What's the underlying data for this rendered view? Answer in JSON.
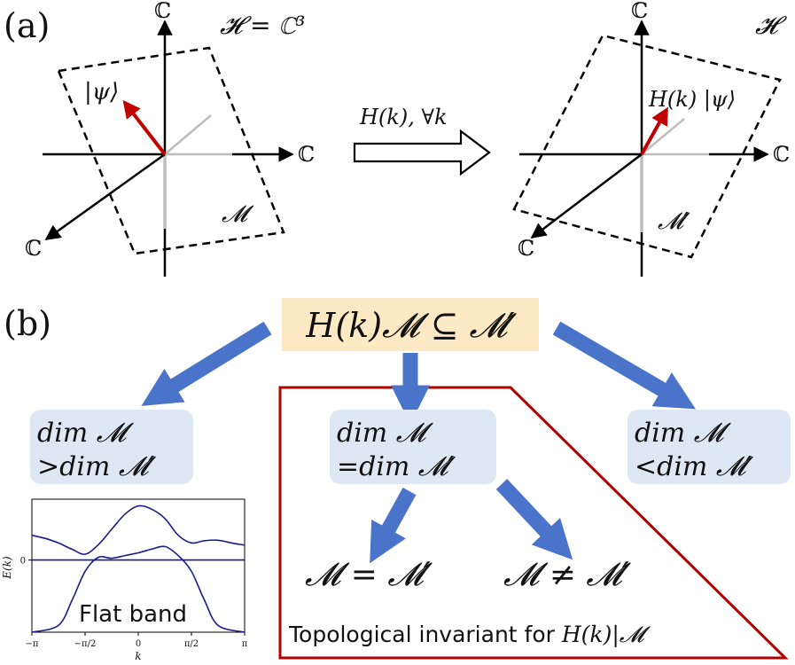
{
  "panel_a": {
    "label": "(a)",
    "left": {
      "space_label": "𝓗 = ℂ³",
      "axis_up": "ℂ",
      "axis_right": "ℂ",
      "axis_down_left": "ℂ",
      "state_label": "|ψ⟩",
      "subspace_label": "𝓜"
    },
    "transform_label": "H(k),  ∀k",
    "right": {
      "space_label": "𝓗",
      "axis_up": "ℂ",
      "axis_right": "ℂ",
      "axis_down_left": "ℂ",
      "state_label": "H(k) |ψ⟩",
      "subspace_label": "𝓜′"
    },
    "colors": {
      "state_arrow": "#c00000",
      "axis": "#000000",
      "axis_hidden": "#bdbdbd"
    }
  },
  "panel_b": {
    "label": "(b)",
    "top_box": "H(k)𝓜 ⊆ 𝓜′",
    "left_box": {
      "line1": "dim 𝓜",
      "line2": ">dim 𝓜′"
    },
    "mid_box": {
      "line1": "dim 𝓜",
      "line2": "=dim 𝓜′"
    },
    "right_box": {
      "line1": "dim 𝓜",
      "line2": "<dim 𝓜′"
    },
    "equal_case": "𝓜 = 𝓜′",
    "notequal_case": "𝓜 ≠ 𝓜′",
    "topo_caption_text": "Topological invariant for ",
    "topo_caption_math": "H(k)|𝓜",
    "colors": {
      "arrow": "#4a74c9",
      "top_box_bg": "#fde9c4",
      "box_bg": "#dde8f4",
      "frame": "#b00000"
    }
  },
  "inset": {
    "label": "Flat band",
    "chart_data": {
      "type": "line",
      "xlabel": "k",
      "ylabel": "E(k)",
      "xticks": [
        "−π",
        "−π/2",
        "0",
        "π/2",
        "π"
      ],
      "yticks": [
        "0"
      ],
      "xlim": [
        -3.1416,
        3.1416
      ],
      "ylim": [
        -1.6,
        1.35
      ],
      "series": [
        {
          "x": [
            -3.1416,
            -2.75,
            -2.36,
            -1.96,
            -1.57,
            -1.18,
            -0.79,
            -0.39,
            0,
            0.39,
            0.79,
            1.18,
            1.57,
            1.96,
            2.36,
            2.75,
            3.1416
          ],
          "y": [
            0.55,
            0.48,
            0.38,
            0.24,
            0.13,
            0.34,
            0.68,
            1.02,
            1.2,
            1.13,
            0.92,
            0.55,
            0.38,
            0.43,
            0.44,
            0.38,
            0.33
          ]
        },
        {
          "x": [
            -3.1416,
            -2.36,
            -1.96,
            -1.57,
            -1.18,
            -0.79,
            -0.39,
            0,
            0.39,
            0.79,
            1.18,
            1.57,
            1.96,
            2.36,
            3.1416
          ],
          "y": [
            -1.6,
            -1.45,
            -0.9,
            -0.25,
            0.06,
            0.04,
            0.1,
            0.16,
            0.24,
            0.3,
            0.1,
            -0.25,
            -0.9,
            -1.45,
            -1.6
          ]
        },
        {
          "x": [
            -3.1416,
            3.1416
          ],
          "y": [
            0,
            0
          ]
        }
      ],
      "line_color": "#1a1a8c"
    }
  }
}
